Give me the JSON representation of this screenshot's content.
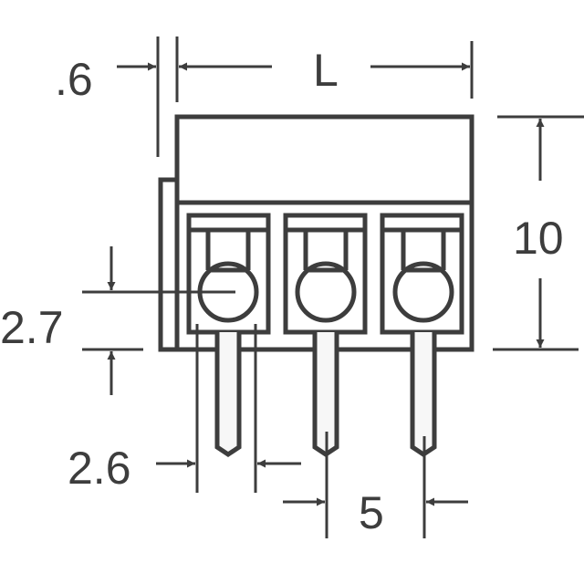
{
  "diagram": {
    "type": "terminal-block-dimension-drawing",
    "line_color": "#3d3d3d",
    "background": "#ffffff",
    "positions": 3,
    "dimensions": {
      "offset": {
        "label": ".6",
        "description": "offset of side tab from body"
      },
      "length": {
        "label": "L",
        "description": "overall body length"
      },
      "height": {
        "label": "10",
        "description": "body height"
      },
      "wire_entry": {
        "label": "2.7",
        "description": "wire entry opening height"
      },
      "pin_span": {
        "label": "2.6",
        "description": "width between pin guide lines"
      },
      "pitch": {
        "label": "5",
        "description": "pin pitch"
      }
    }
  }
}
